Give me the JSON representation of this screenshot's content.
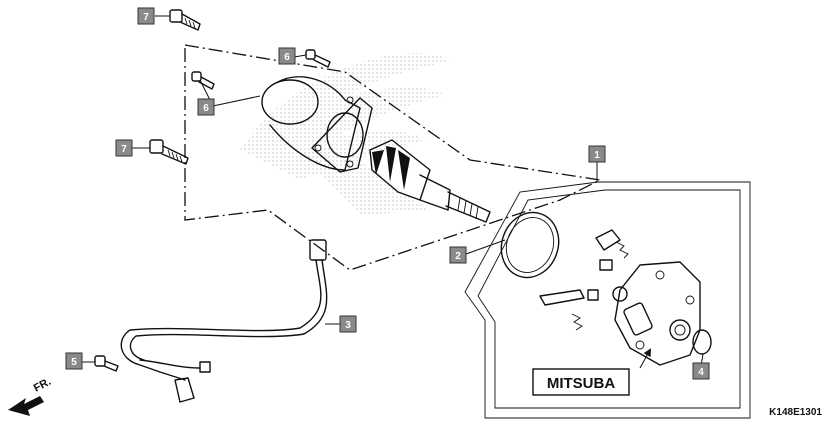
{
  "diagram": {
    "callouts": [
      {
        "number": "1"
      },
      {
        "number": "2"
      },
      {
        "number": "3"
      },
      {
        "number": "4"
      },
      {
        "number": "5"
      },
      {
        "number": "6"
      },
      {
        "number": "6"
      },
      {
        "number": "7"
      },
      {
        "number": "7"
      }
    ],
    "brand_label": "MITSUBA",
    "front_label": "FR.",
    "figure_code": "K148E1301"
  },
  "colors": {
    "callout_fill": "#8a8a8a",
    "line": "#111111",
    "background": "#ffffff"
  }
}
